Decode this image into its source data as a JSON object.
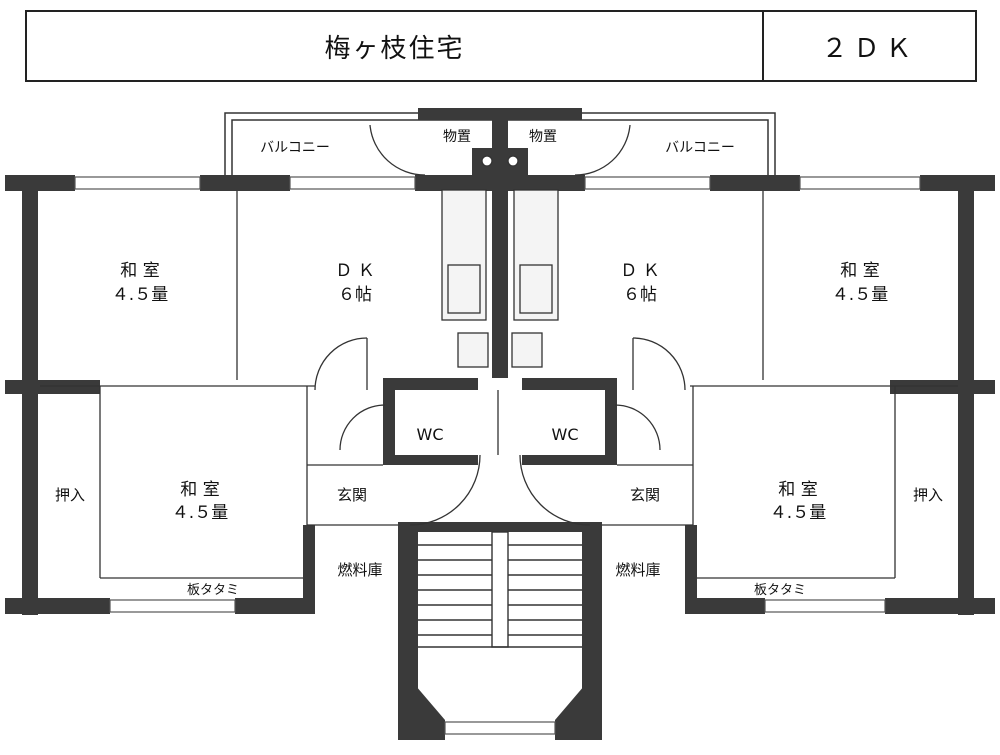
{
  "header": {
    "title": "梅ヶ枝住宅",
    "unit_type": "２ＤＫ"
  },
  "labels": {
    "balcony": "バルコニー",
    "storage": "物置",
    "japanese_room": "和 室",
    "japanese_room_size": "４.５量",
    "dk": "Ｄ Ｋ",
    "dk_size": "６帖",
    "wc": "WC",
    "entrance": "玄関",
    "fuel_store": "燃料庫",
    "closet": "押入",
    "board_tatami": "板タタミ"
  }
}
